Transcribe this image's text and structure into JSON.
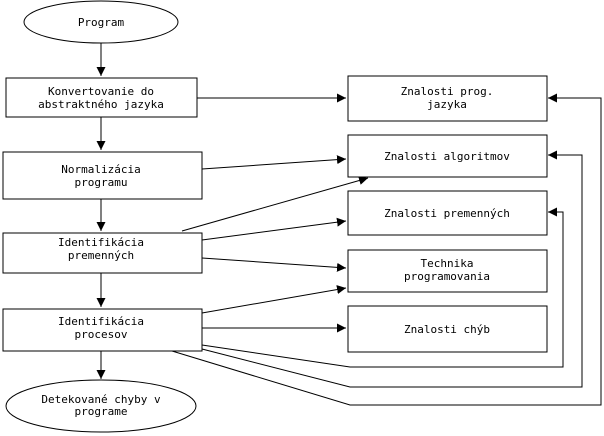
{
  "nodes": {
    "program": {
      "lines": [
        "Program"
      ]
    },
    "konvertovanie": {
      "lines": [
        "Konvertovanie do",
        "abstraktného jazyka"
      ]
    },
    "normalizacia": {
      "lines": [
        "Normalizácia",
        "programu"
      ]
    },
    "identifikacia_premennych": {
      "lines": [
        "Identifikácia",
        "premenných"
      ]
    },
    "identifikacia_procesov": {
      "lines": [
        "Identifikácia",
        "procesov"
      ]
    },
    "detekovane": {
      "lines": [
        "Detekované chyby v",
        "programe"
      ]
    },
    "znalosti_prog": {
      "lines": [
        "Znalosti prog.",
        "jazyka"
      ]
    },
    "znalosti_algoritmov": {
      "lines": [
        "Znalosti algoritmov"
      ]
    },
    "znalosti_premennych": {
      "lines": [
        "Znalosti premenných"
      ]
    },
    "technika": {
      "lines": [
        "Technika",
        "programovania"
      ]
    },
    "znalosti_chyb": {
      "lines": [
        "Znalosti chýb"
      ]
    }
  }
}
